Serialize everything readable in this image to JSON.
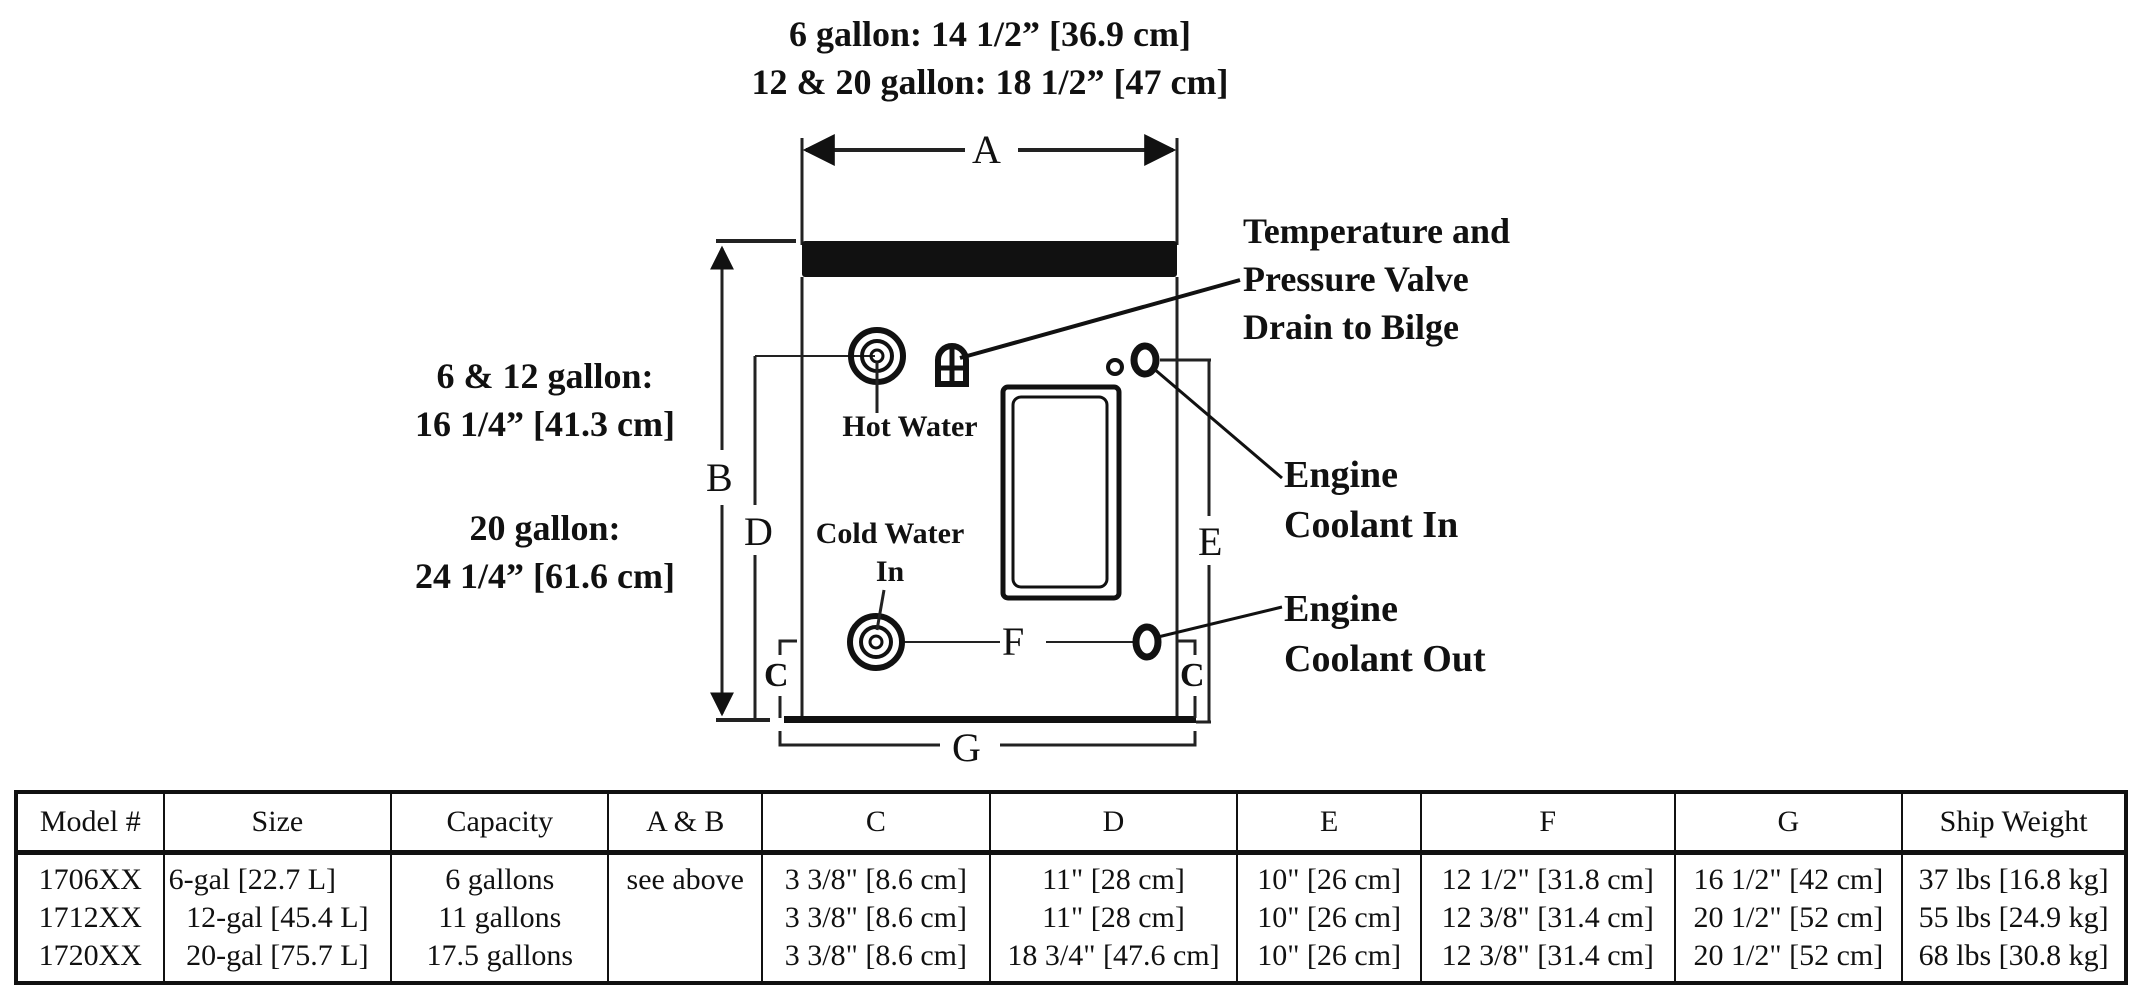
{
  "labels": {
    "width_a_line1": "6 gallon: 14 1/2” [36.9 cm]",
    "width_a_line2": "12 & 20 gallon: 18 1/2” [47 cm]",
    "height_b_small_line1": "6 & 12 gallon:",
    "height_b_small_line2": "16 1/4” [41.3 cm]",
    "height_b_large_line1": "20 gallon:",
    "height_b_large_line2": "24 1/4” [61.6 cm]",
    "tp_valve_line1": "Temperature and",
    "tp_valve_line2": "Pressure Valve",
    "tp_valve_line3": "Drain to Bilge",
    "hot_water": "Hot Water",
    "cold_water_line1": "Cold Water",
    "cold_water_line2": "In",
    "coolant_in_line1": "Engine",
    "coolant_in_line2": "Coolant In",
    "coolant_out_line1": "Engine",
    "coolant_out_line2": "Coolant Out"
  },
  "dimension_letters": {
    "a": "A",
    "b": "B",
    "c_left": "C",
    "c_right": "C",
    "d": "D",
    "e": "E",
    "f": "F",
    "g": "G"
  },
  "table": {
    "headers": [
      "Model #",
      "Size",
      "Capacity",
      "A & B",
      "C",
      "D",
      "E",
      "F",
      "G",
      "Ship Weight"
    ],
    "rows": [
      [
        "1706XX",
        "6-gal [22.7 L]",
        "6 gallons",
        "see above",
        "3 3/8\" [8.6 cm]",
        "11\" [28 cm]",
        "10\" [26 cm]",
        "12 1/2\" [31.8 cm]",
        "16 1/2\" [42 cm]",
        "37 lbs [16.8 kg]"
      ],
      [
        "1712XX",
        "12-gal [45.4 L]",
        "11 gallons",
        "",
        "3 3/8\" [8.6 cm]",
        "11\" [28 cm]",
        "10\" [26 cm]",
        "12 3/8\" [31.4 cm]",
        "20 1/2\" [52 cm]",
        "55 lbs [24.9 kg]"
      ],
      [
        "1720XX",
        "20-gal [75.7 L]",
        "17.5 gallons",
        "",
        "3 3/8\" [8.6 cm]",
        "18 3/4\" [47.6 cm]",
        "10\" [26 cm]",
        "12 3/8\" [31.4 cm]",
        "20 1/2\" [52 cm]",
        "68 lbs [30.8 kg]"
      ]
    ]
  }
}
